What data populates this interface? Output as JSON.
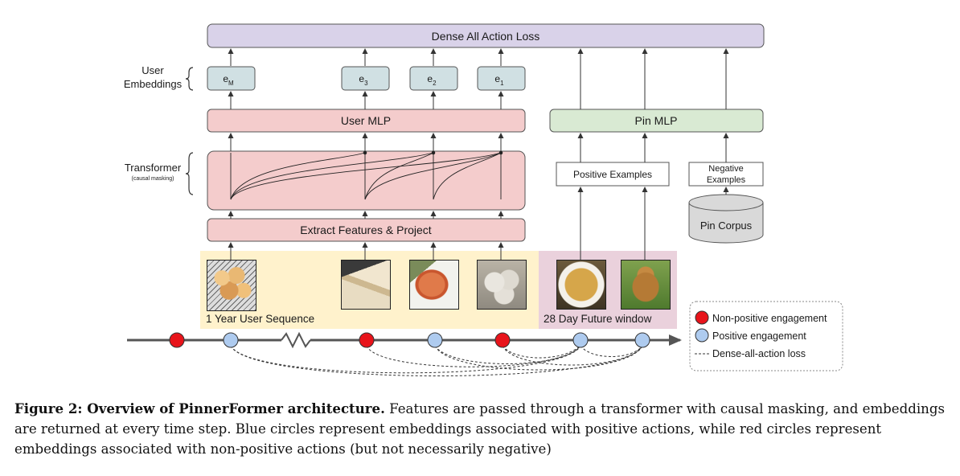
{
  "top_bar_label": "Dense All Action Loss",
  "user_embeddings_label": [
    "User",
    "Embeddings"
  ],
  "embeddings": [
    {
      "label": "e",
      "sub": "M"
    },
    {
      "label": "e",
      "sub": "3"
    },
    {
      "label": "e",
      "sub": "2"
    },
    {
      "label": "e",
      "sub": "1"
    }
  ],
  "user_mlp_label": "User MLP",
  "pin_mlp_label": "Pin MLP",
  "transformer_label": "Transformer",
  "transformer_sub_label": "(causal masking)",
  "extract_label": "Extract Features & Project",
  "positive_examples_label": "Positive Examples",
  "negative_examples_label": [
    "Negative",
    "Examples"
  ],
  "pin_corpus_label": "Pin Corpus",
  "user_sequence_label": "1 Year User Sequence",
  "future_window_label": "28 Day Future window",
  "legend": [
    {
      "label": "Non-positive engagement",
      "color": "#e8141b"
    },
    {
      "label": "Positive engagement",
      "color": "#aecbef"
    },
    {
      "label": "Dense-all-action loss",
      "style": "dashed"
    }
  ],
  "photos": [
    "bread-rolls-photo",
    "sandwich-photo",
    "salmon-photo",
    "dumplings-photo",
    "pasta-photo",
    "dog-photo"
  ],
  "colors": {
    "top_bar": "#d9d2e9",
    "user_mlp": "#f4cccc",
    "pin_mlp": "#d9ead3",
    "embedding": "#d0e0e3",
    "sequence_bg": "#fff2cc",
    "future_bg": "#ead1dc",
    "cylinder": "#d9d9d9",
    "red_dot": "#e8141b",
    "blue_dot": "#aecbef"
  },
  "caption": {
    "bold": "Figure 2: Overview of PinnerFormer architecture.",
    "text": " Features are passed through a transformer with causal masking, and embeddings are returned at every time step. Blue circles represent embeddings associated with positive actions, while red circles represent embeddings associated with non-positive actions (but not necessarily negative)"
  }
}
